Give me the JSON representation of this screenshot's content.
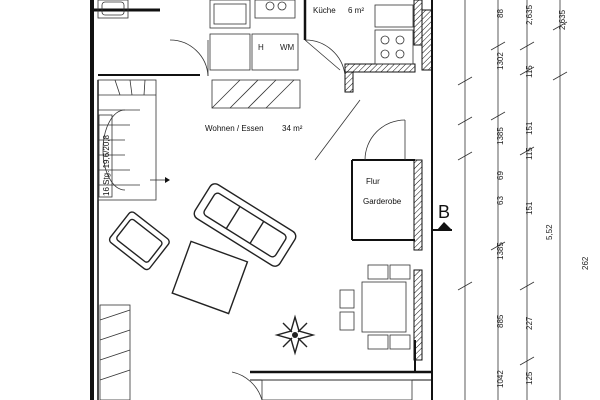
{
  "rooms": {
    "kitchen": {
      "name": "Küche",
      "area": "6 m²"
    },
    "living": {
      "name": "Wohnen / Essen",
      "area": "34 m²"
    },
    "hall": {
      "name": "Flur",
      "name2": "Garderobe"
    }
  },
  "stair_label": "16 Stg. 19,6/20,8",
  "section_marker": "B",
  "dimensions": {
    "outer": [
      "88",
      "1302",
      "1385",
      "69",
      "63",
      "1385",
      "885",
      "1042"
    ],
    "middle": [
      "2,635",
      "115",
      "151",
      "115",
      "151",
      "5,52",
      "227",
      "125"
    ],
    "inner": [
      "2,635",
      "262"
    ]
  }
}
